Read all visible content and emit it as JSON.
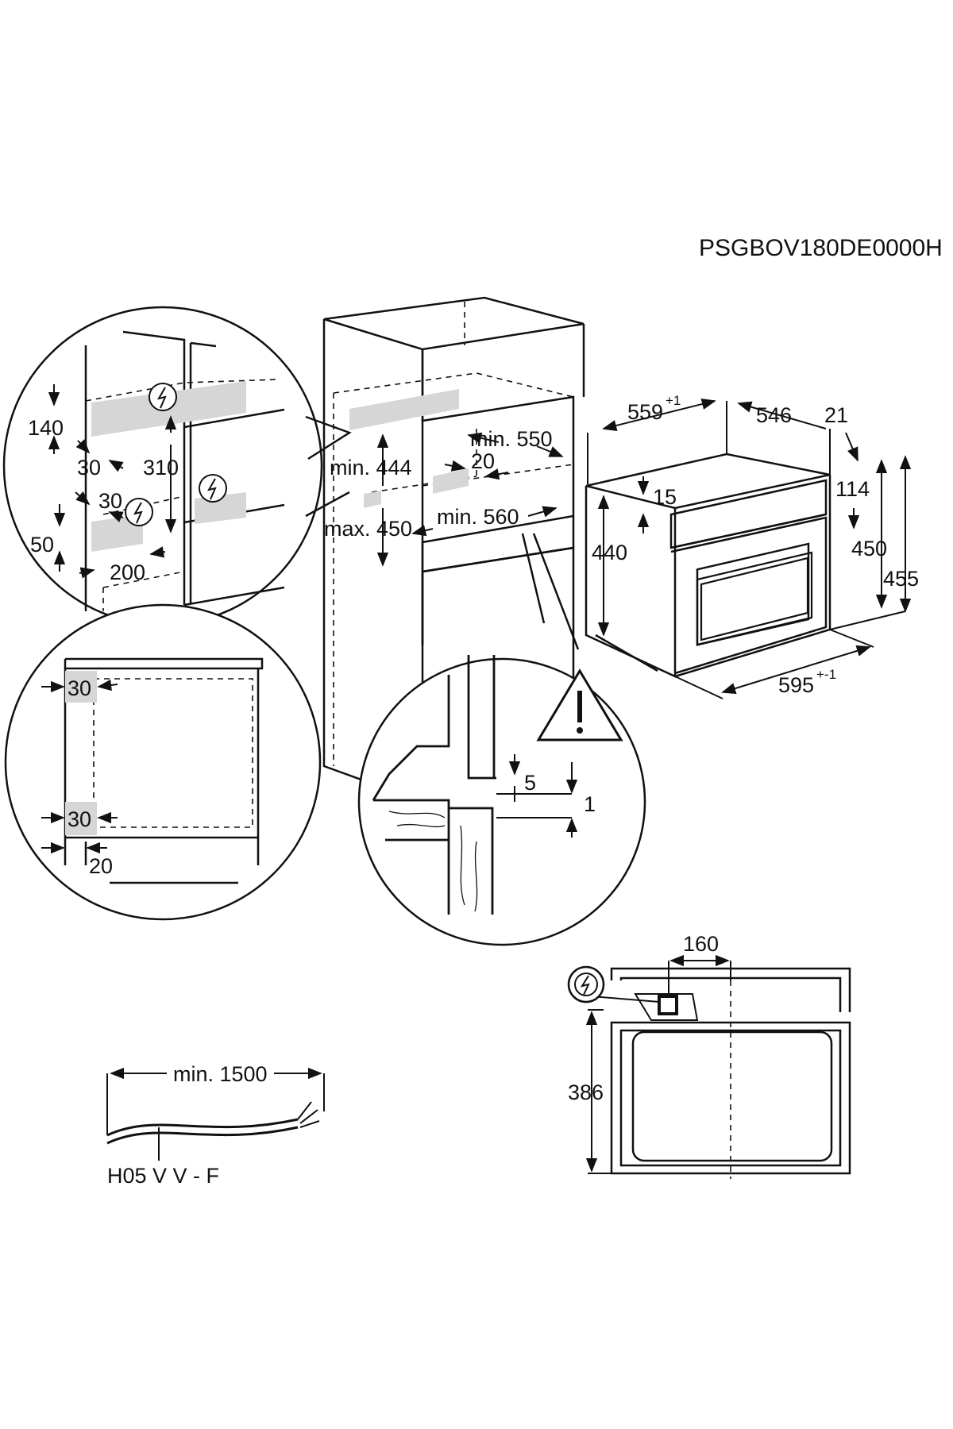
{
  "document_code": "PSGBOV180DE0000H",
  "colors": {
    "line": "#111111",
    "shade": "#d6d6d6",
    "background": "#ffffff"
  },
  "icons": {
    "power": "lightning-in-circle",
    "warning": "exclamation-triangle"
  },
  "detail_top_left": {
    "d140": "140",
    "d30a": "30",
    "d310": "310",
    "d30b": "30",
    "d50": "50",
    "d200": "200"
  },
  "cabinet": {
    "min444": "min. 444",
    "max450": "max. 450",
    "min550": "min. 550",
    "d20": "20",
    "min560": "min. 560"
  },
  "oven": {
    "d559": "559",
    "d559_tol": "+1",
    "d546": "546",
    "d21": "21",
    "d15": "15",
    "d114": "114",
    "d440": "440",
    "d450": "450",
    "d455": "455",
    "d595": "595",
    "d595_tol": "+-1"
  },
  "detail_bottom_left": {
    "d30a": "30",
    "d30b": "30",
    "d20": "20"
  },
  "detail_gap": {
    "d5": "5",
    "d1": "1"
  },
  "cable": {
    "length": "min. 1500",
    "type": "H05 V V - F"
  },
  "front_view": {
    "d160": "160",
    "d386": "386"
  }
}
